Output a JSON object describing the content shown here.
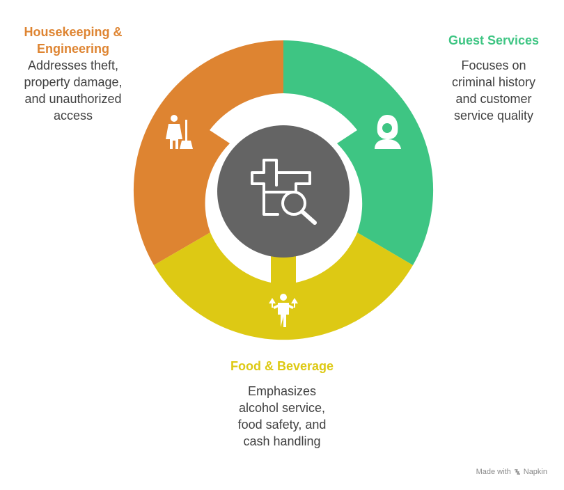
{
  "colors": {
    "housekeeping": "#DE8431",
    "guest": "#3EC583",
    "food": "#DDC914",
    "center": "#646464",
    "icon": "#FFFFFF",
    "text": "#404040"
  },
  "segments": [
    {
      "key": "hk",
      "title": "Housekeeping & Engineering",
      "title_lines": [
        "Housekeeping &",
        "Engineering"
      ],
      "description": "Addresses theft, property damage, and unauthorized access",
      "description_lines": [
        "Addresses theft,",
        "property damage,",
        "and unauthorized",
        "access"
      ],
      "icon": "housekeeper-icon"
    },
    {
      "key": "gs",
      "title": "Guest Services",
      "title_lines": [
        "Guest Services"
      ],
      "description": "Focuses on criminal history and customer service quality",
      "description_lines": [
        "Focuses on",
        "criminal history",
        "and customer",
        "service quality"
      ],
      "icon": "receptionist-icon"
    },
    {
      "key": "fb",
      "title": "Food & Beverage",
      "title_lines": [
        "Food & Beverage"
      ],
      "description": "Emphasizes alcohol service, food safety, and cash handling",
      "description_lines": [
        "Emphasizes",
        "alcohol service,",
        "food safety, and",
        "cash handling"
      ],
      "icon": "waiter-icon"
    }
  ],
  "center": {
    "icon": "background-check-icon"
  },
  "footer": {
    "made_with": "Made with",
    "brand": "Napkin"
  }
}
